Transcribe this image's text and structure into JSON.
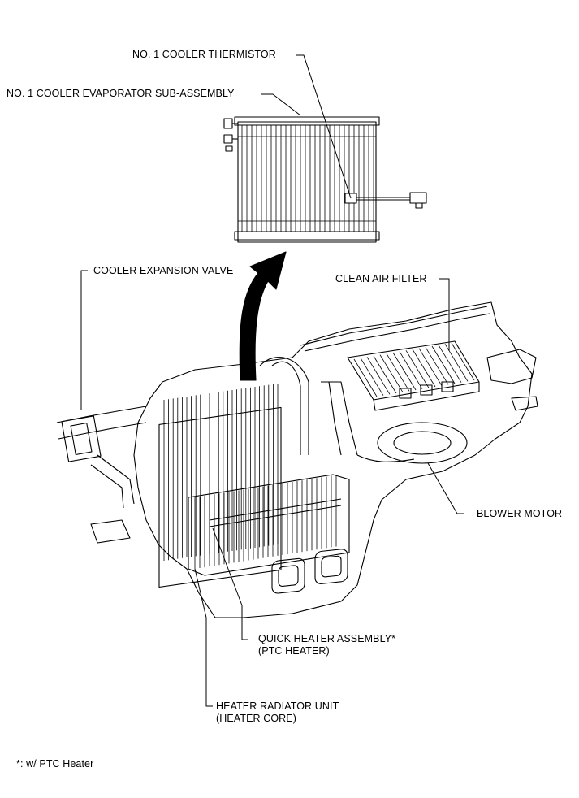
{
  "labels": {
    "thermistor": "NO. 1 COOLER THERMISTOR",
    "evaporator": "NO. 1 COOLER EVAPORATOR SUB-ASSEMBLY",
    "expansion_valve": "COOLER EXPANSION VALVE",
    "clean_air_filter": "CLEAN AIR FILTER",
    "blower_motor": "BLOWER MOTOR",
    "quick_heater_line1": "QUICK HEATER ASSEMBLY*",
    "quick_heater_line2": "(PTC HEATER)",
    "heater_radiator_line1": "HEATER RADIATOR UNIT",
    "heater_radiator_line2": "(HEATER CORE)"
  },
  "footnote": "*: w/ PTC Heater",
  "colors": {
    "line": "#000000",
    "background": "#ffffff"
  }
}
